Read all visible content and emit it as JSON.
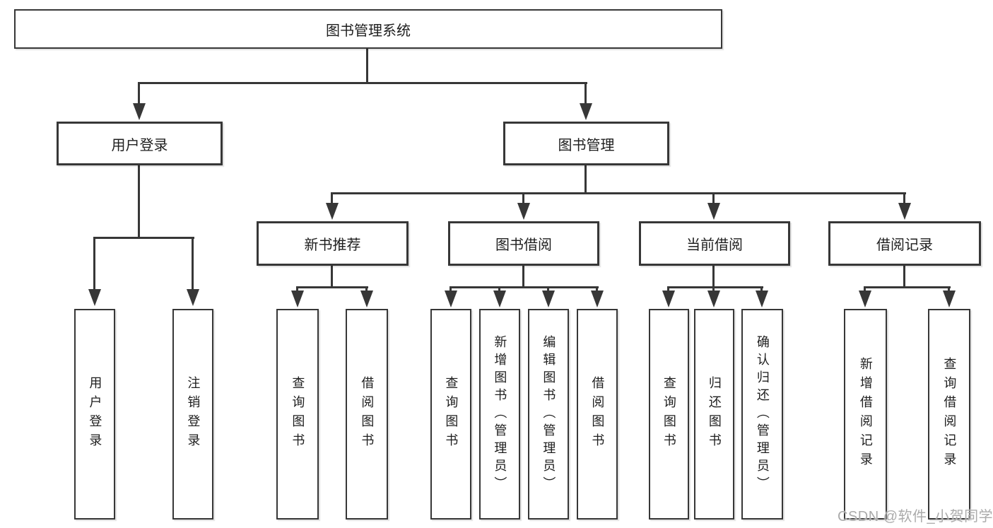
{
  "diagram": {
    "root": {
      "label": "图书管理系统"
    },
    "level2": [
      {
        "label": "用户登录"
      },
      {
        "label": "图书管理"
      }
    ],
    "level3": [
      {
        "label": "新书推荐"
      },
      {
        "label": "图书借阅"
      },
      {
        "label": "当前借阅"
      },
      {
        "label": "借阅记录"
      }
    ],
    "leaves": {
      "user_login": [
        "用户登录",
        "注销登录"
      ],
      "new_books": [
        "查询图书",
        "借阅图书"
      ],
      "book_borrow": [
        "查询图书",
        "新增图书（管理员）",
        "编辑图书（管理员）",
        "借阅图书"
      ],
      "current_borrow": [
        "查询图书",
        "归还图书",
        "确认归还（管理员）"
      ],
      "borrow_records": [
        "新增借阅记录",
        "查询借阅记录"
      ]
    },
    "colors": {
      "line": "#373737",
      "text": "#1e1e1e",
      "background": "#ffffff",
      "watermark": "#ababab"
    }
  },
  "watermark": {
    "text": "CSDN @软件_小贺同学"
  }
}
